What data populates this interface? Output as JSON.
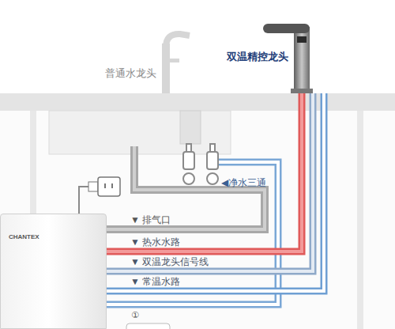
{
  "diagram": {
    "nodes": [
      {
        "text": [
          "双温精控龙头"
        ]
      },
      {
        "text": [
          "CHANTEX"
        ]
      }
    ],
    "edges": [
      {
        "from": 1,
        "to": 0,
        "arrow": "none",
        "label": "▼ 热水水路"
      },
      {
        "from": 1,
        "to": 0,
        "arrow": "none",
        "label": "▼ 双温龙头信号线"
      },
      {
        "from": 1,
        "to": 0,
        "arrow": "none",
        "label": "▼ 常温水路"
      }
    ],
    "labels": [
      "普通水龙头",
      "◀净水三通",
      "▼ 排气口",
      "①"
    ]
  }
}
